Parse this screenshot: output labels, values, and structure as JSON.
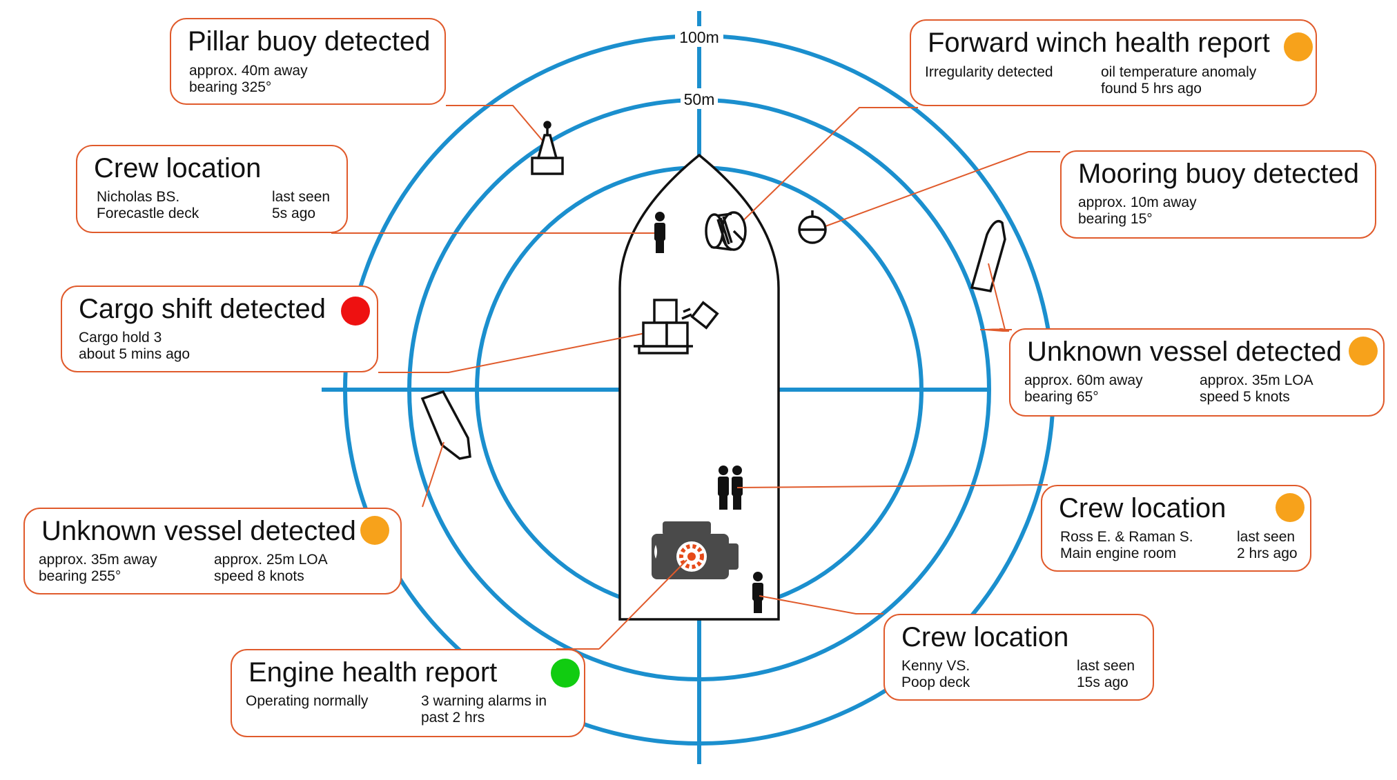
{
  "colors": {
    "ring": "#1b8fce",
    "leader": "#e05a2b",
    "card_border": "#e05a2b",
    "status_red": "#ee1111",
    "status_orange": "#f7a21b",
    "status_green": "#11cc11",
    "icon": "#111111",
    "engine": "#4a4a4a",
    "engine_gear": "#e64a19"
  },
  "radar": {
    "ring_labels": {
      "outer": "100m",
      "middle": "50m"
    }
  },
  "icons": {
    "ship": "ship-outline-icon",
    "pillar_buoy": "pillar-buoy-icon",
    "mooring_buoy": "mooring-buoy-icon",
    "crew": "person-icon",
    "winch": "winch-icon",
    "cargo": "cargo-crates-icon",
    "engine": "engine-gear-icon",
    "vessel": "boat-outline-icon"
  },
  "alerts": {
    "pillar_buoy": {
      "title": "Pillar buoy detected",
      "left": [
        "approx. 40m away",
        "bearing 325°"
      ]
    },
    "forward_winch": {
      "title": "Forward winch health report",
      "status": "orange",
      "left": [
        "Irregularity detected"
      ],
      "right": [
        "oil temperature anomaly",
        "found 5 hrs ago"
      ]
    },
    "crew_forecastle": {
      "title": "Crew location",
      "left": [
        "Nicholas BS.",
        "Forecastle deck"
      ],
      "right": [
        "last seen",
        "5s ago"
      ]
    },
    "mooring_buoy": {
      "title": "Mooring buoy detected",
      "left": [
        "approx. 10m away",
        "bearing 15°"
      ]
    },
    "cargo_shift": {
      "title": "Cargo shift detected",
      "status": "red",
      "left": [
        "Cargo hold 3",
        "about 5 mins ago"
      ]
    },
    "vessel_east": {
      "title": "Unknown vessel detected",
      "status": "orange",
      "left": [
        "approx. 60m away",
        "bearing 65°"
      ],
      "right": [
        "approx. 35m LOA",
        "speed 5 knots"
      ]
    },
    "vessel_west": {
      "title": "Unknown vessel detected",
      "status": "orange",
      "left": [
        "approx. 35m away",
        "bearing 255°"
      ],
      "right": [
        "approx. 25m LOA",
        "speed 8 knots"
      ]
    },
    "crew_engine_room": {
      "title": "Crew location",
      "status": "orange",
      "left": [
        "Ross E. & Raman S.",
        "Main engine room"
      ],
      "right": [
        "last seen",
        "2 hrs ago"
      ]
    },
    "crew_poop_deck": {
      "title": "Crew location",
      "left": [
        "Kenny VS.",
        "Poop deck"
      ],
      "right": [
        "last seen",
        "15s ago"
      ]
    },
    "engine_health": {
      "title": "Engine health report",
      "status": "green",
      "left": [
        "Operating normally"
      ],
      "right": [
        "3 warning alarms in",
        "past 2 hrs"
      ]
    }
  }
}
